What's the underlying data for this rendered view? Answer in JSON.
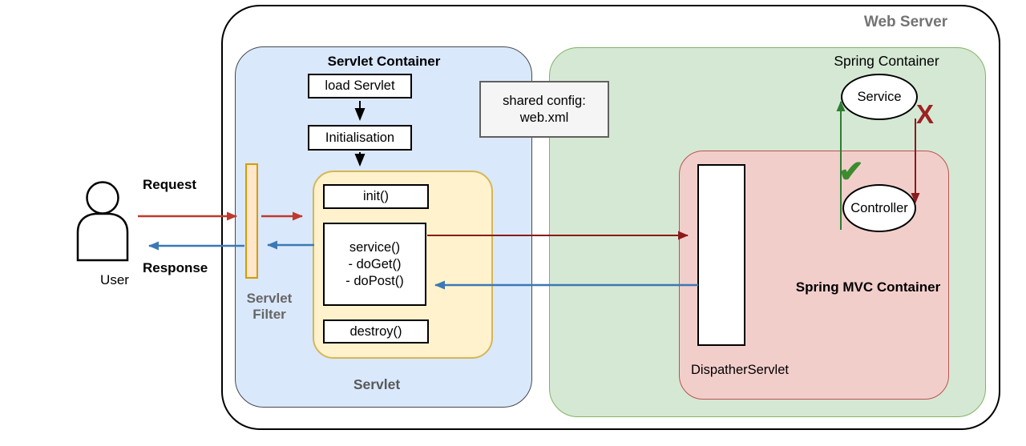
{
  "web_server": {
    "title": "Web Server"
  },
  "servlet_container": {
    "title": "Servlet Container",
    "load_servlet": "load Servlet",
    "initialisation": "Initialisation",
    "servlet": {
      "caption": "Servlet",
      "init": "init()",
      "service_line1": "service()",
      "service_line2": "- doGet()",
      "service_line3": "- doPost()",
      "destroy": "destroy()"
    },
    "filter": {
      "line1": "Servlet",
      "line2": "Filter"
    }
  },
  "shared_config": {
    "line1": "shared config:",
    "line2": "web.xml"
  },
  "spring_container": {
    "title": "Spring Container",
    "service": "Service",
    "controller": "Controller",
    "check_mark": "✔",
    "cross_mark": "X"
  },
  "mvc_container": {
    "title": "Spring MVC Container",
    "dispatcher": "DispatherServlet"
  },
  "user": {
    "label": "User",
    "request": "Request",
    "response": "Response"
  },
  "colors": {
    "servlet_container_fill": "#dae8fc",
    "spring_container_fill": "#d5e8d4",
    "spring_container_border": "#82b366",
    "mvc_container_fill": "#f2cecb",
    "mvc_container_border": "#b85450",
    "servlet_box_fill": "#fff2cc",
    "servlet_box_border": "#d6b656",
    "filter_fill": "#ffe6cc",
    "filter_border": "#d79b00",
    "request_arrow": "#c0392b",
    "response_arrow": "#3b78b5",
    "internal_flow_arrow": "#8b1a1a",
    "allowed_flow_arrow": "#2e7d32",
    "check_green": "#3c8c2f",
    "cross_red": "#9c2323",
    "muted_label": "#666666"
  }
}
